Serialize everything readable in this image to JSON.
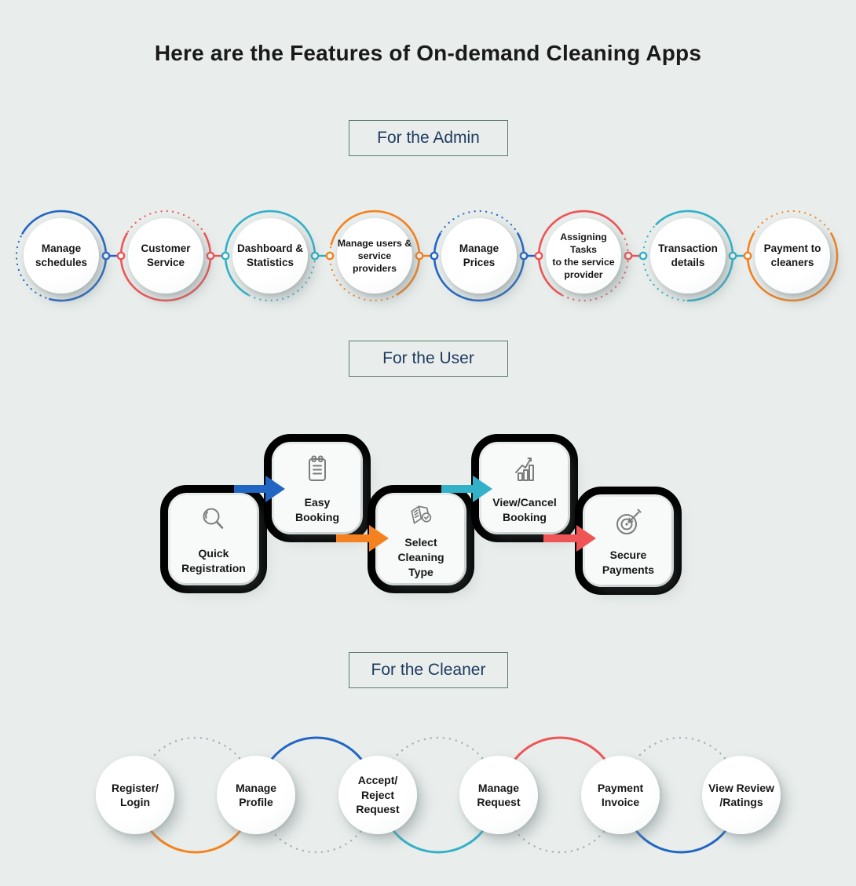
{
  "title": "Here are the Features of On-demand Cleaning Apps",
  "palette": {
    "bg": "#e9eeec",
    "ink": "#1a1a1a",
    "blue": "#2266c4",
    "red": "#ef5456",
    "cyan": "#33b1c8",
    "orange": "#f58220",
    "dotted": "#a4aeb8",
    "badgeBorder": "#5a7c6b",
    "badgeText": "#1d3a5f",
    "icon": "#7c7c7c"
  },
  "sections": {
    "admin": {
      "badge": "For the Admin",
      "items": [
        {
          "label": "Manage\nschedules",
          "color": "blue"
        },
        {
          "label": "Customer\nService",
          "color": "red"
        },
        {
          "label": "Dashboard &\nStatistics",
          "color": "cyan"
        },
        {
          "label": "Manage users &\nservice providers",
          "color": "orange"
        },
        {
          "label": "Manage\nPrices",
          "color": "blue"
        },
        {
          "label": "Assigning Tasks\nto the service\nprovider",
          "color": "red"
        },
        {
          "label": "Transaction\ndetails",
          "color": "cyan"
        },
        {
          "label": "Payment to\ncleaners",
          "color": "orange"
        }
      ]
    },
    "user": {
      "badge": "For the User",
      "steps": [
        {
          "label": "Quick\nRegistration",
          "color": "blue",
          "icon": "magnifier-icon"
        },
        {
          "label": "Easy\nBooking",
          "color": "orange",
          "icon": "clipboard-icon"
        },
        {
          "label": "Select Cleaning\nType",
          "color": "cyan",
          "icon": "book-check-icon"
        },
        {
          "label": "View/Cancel\nBooking",
          "color": "red",
          "icon": "bar-chart-icon"
        },
        {
          "label": "Secure\nPayments",
          "color": "cyan",
          "icon": "dartboard-icon"
        }
      ]
    },
    "cleaner": {
      "badge": "For the Cleaner",
      "items": [
        {
          "label": "Register/\nLogin"
        },
        {
          "label": "Manage\nProfile"
        },
        {
          "label": "Accept/\nReject\nRequest"
        },
        {
          "label": "Manage\nRequest"
        },
        {
          "label": "Payment\nInvoice"
        },
        {
          "label": "View Review\n/Ratings"
        }
      ],
      "arcs": [
        {
          "top": "dotted-gray",
          "bottom": "orange"
        },
        {
          "top": "blue",
          "bottom": "dotted-gray"
        },
        {
          "top": "dotted-gray",
          "bottom": "cyan"
        },
        {
          "top": "red",
          "bottom": "dotted-gray"
        },
        {
          "top": "dotted-gray",
          "bottom": "blue"
        }
      ]
    }
  }
}
